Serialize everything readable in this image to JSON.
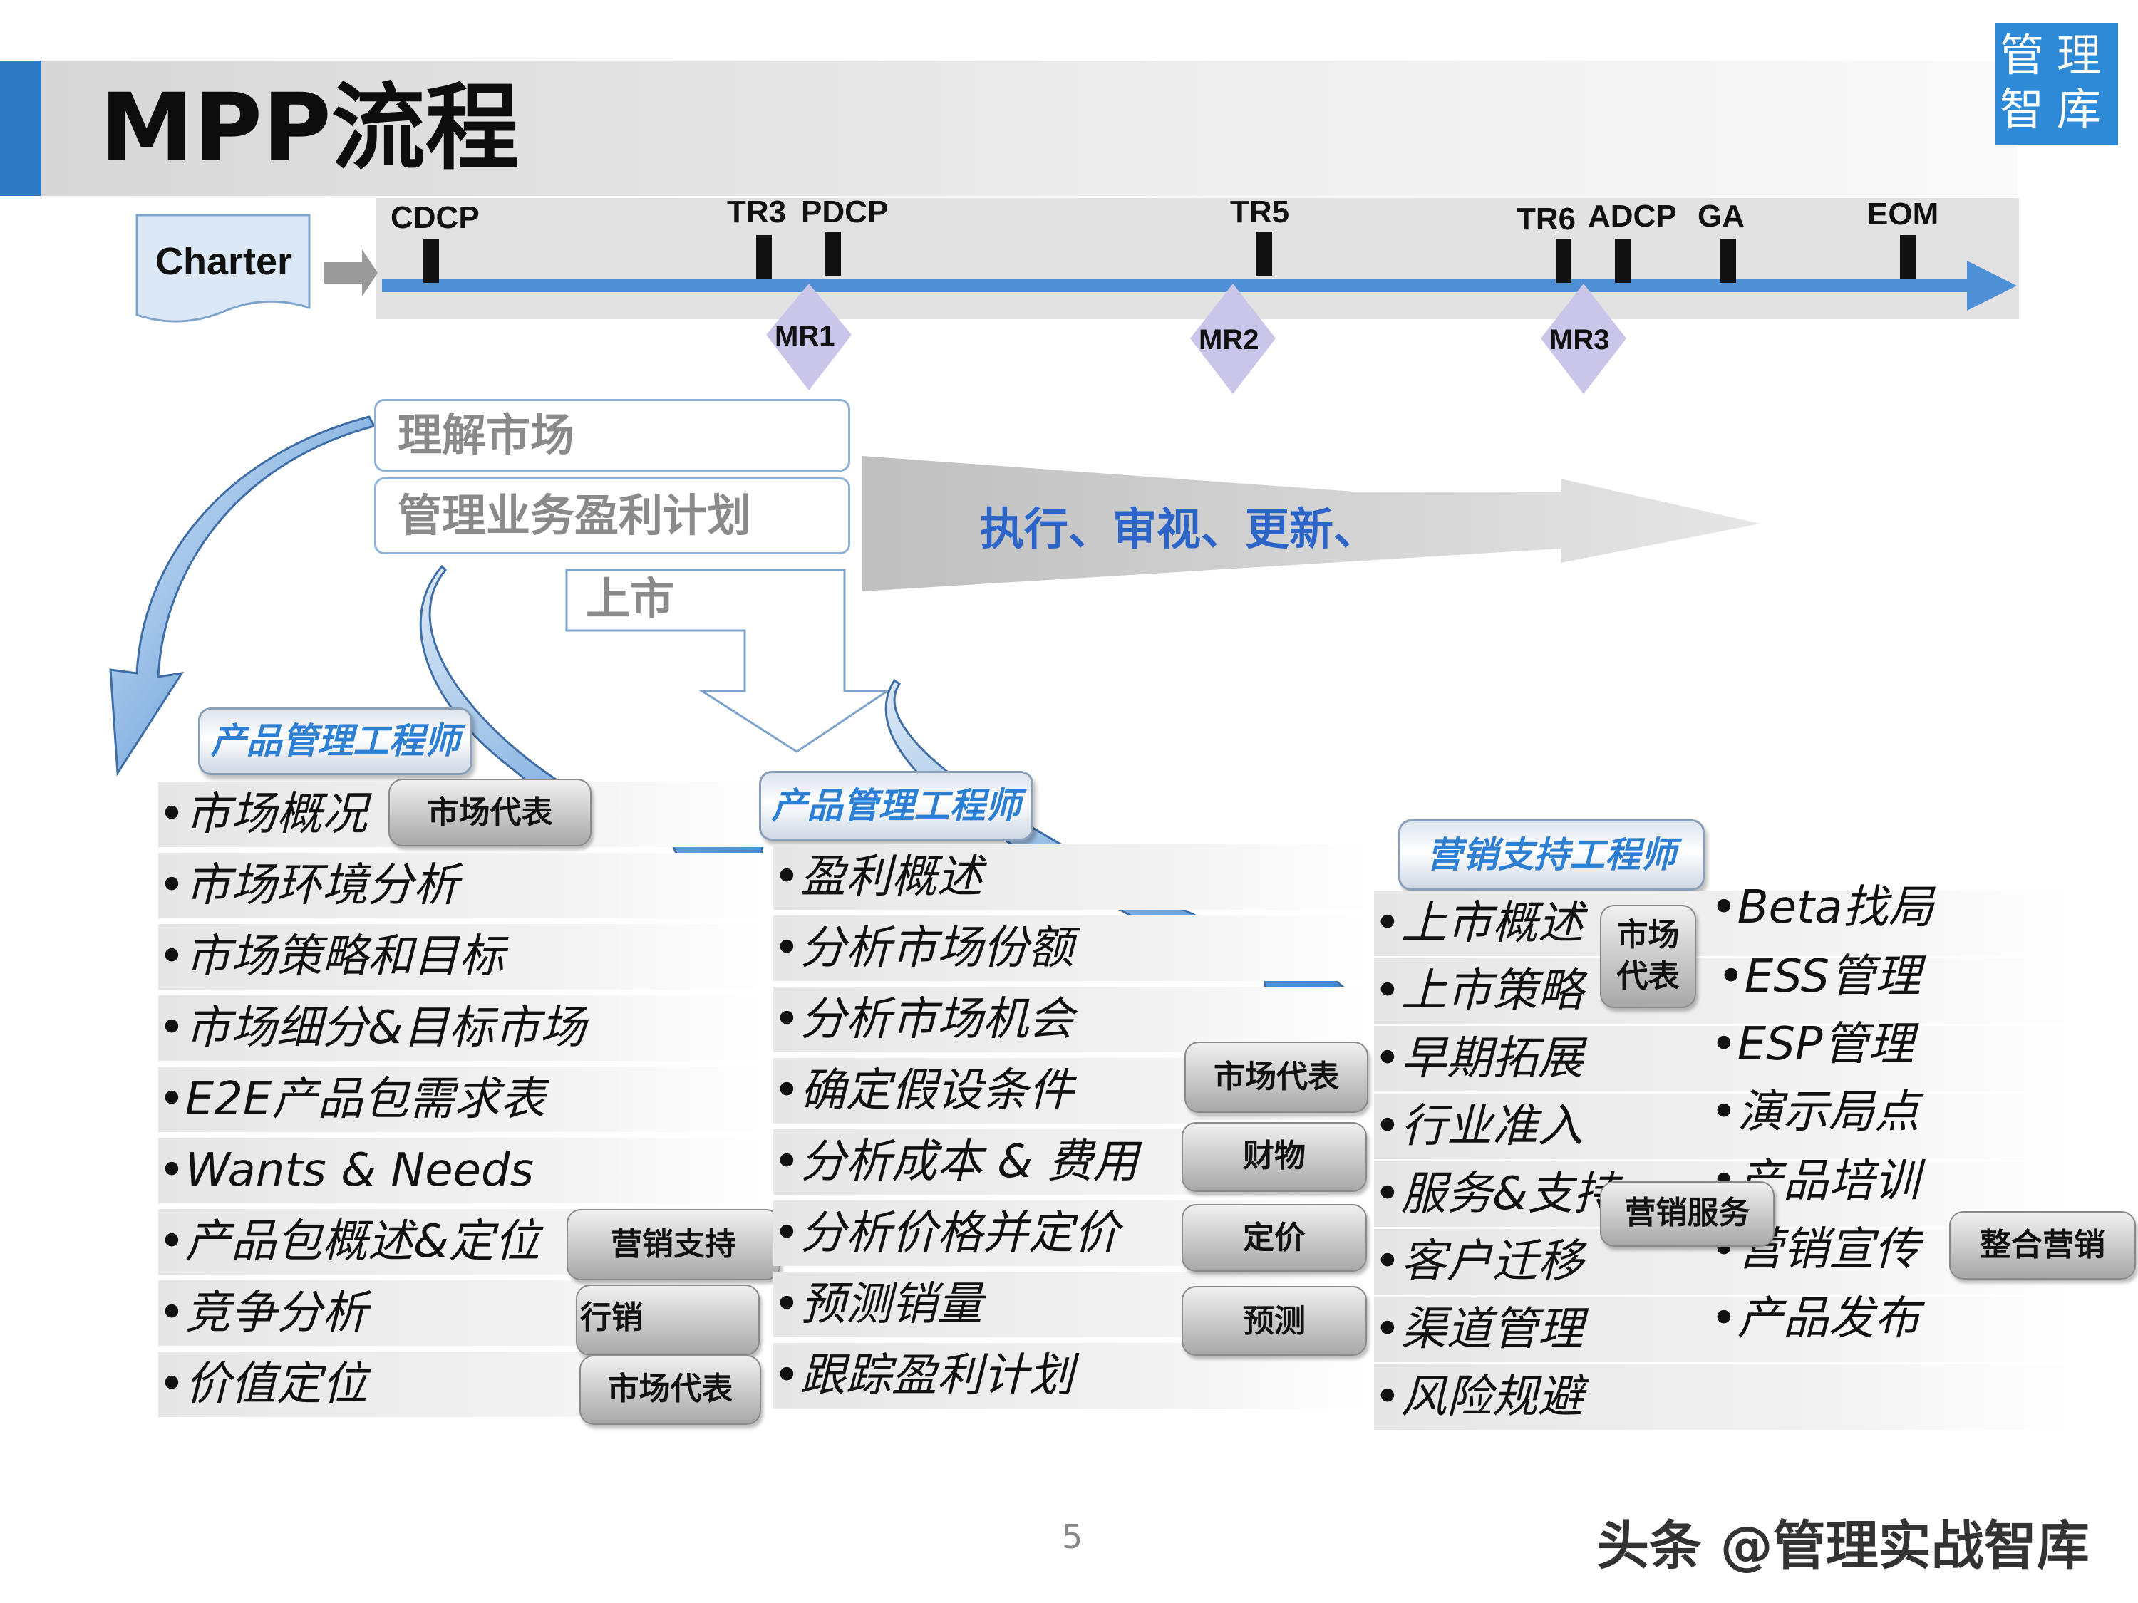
{
  "title": "MPP流程",
  "logo": {
    "line1": "管理",
    "line2": "智库"
  },
  "timeline": {
    "start_box": "Charter",
    "milestones": [
      "CDCP",
      "TR3",
      "PDCP",
      "TR5",
      "TR6",
      "ADCP",
      "GA",
      "EOM"
    ],
    "market_reviews": [
      "MR1",
      "MR2",
      "MR3"
    ]
  },
  "activities": {
    "understand": "理解市场",
    "manage": "管理业务盈利计划",
    "launch": "上市",
    "execute": "执行、审视、更新、"
  },
  "col1": {
    "role": "产品管理工程师",
    "items": [
      "•市场概况",
      "•市场环境分析",
      "•市场策略和目标",
      "•市场细分&目标市场",
      "•E2E产品包需求表",
      "•Wants & Needs",
      "•产品包概述&定位",
      "•竞争分析",
      "•价值定位"
    ],
    "tags": [
      "市场代表",
      "营销支持",
      "行销",
      "市场代表"
    ]
  },
  "col2": {
    "role": "产品管理工程师",
    "items": [
      "•盈利概述",
      "•分析市场份额",
      "•分析市场机会",
      "•确定假设条件",
      "•分析成本 & 费用",
      "•分析价格并定价",
      "•预测销量",
      "•跟踪盈利计划"
    ],
    "tags": [
      "市场代表",
      "财物",
      "定价",
      "预测"
    ]
  },
  "col3": {
    "role": "营销支持工程师",
    "left_items": [
      "•上市概述",
      "•上市策略",
      "•早期拓展",
      "•行业准入",
      "•服务&支持",
      "•客户迁移",
      "•渠道管理",
      "•风险规避"
    ],
    "right_items": [
      "•Beta找局",
      "•ESS管理",
      "•ESP管理",
      "•演示局点",
      "•产品培训",
      "•营销宣传",
      "•产品发布"
    ],
    "tags": [
      "市场代表",
      "营销服务",
      "整合营销"
    ]
  },
  "page_number": "5",
  "watermark": "头条 @管理实战智库",
  "colors": {
    "accent": "#2e7bc4",
    "arrow": "#4f8fd6",
    "role_text": "#2d7fd4",
    "exec_text": "#2d64c8"
  }
}
